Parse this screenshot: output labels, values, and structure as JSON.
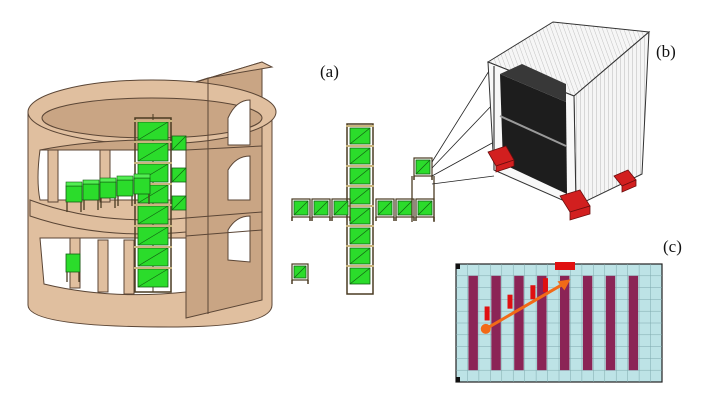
{
  "labels": {
    "a": "(a)",
    "b": "(b)",
    "c": "(c)"
  },
  "colors": {
    "building": "#e0bf9f",
    "building_shade": "#c9a584",
    "building_edge": "#5b4636",
    "module": "#2bdc2b",
    "module_edge": "#136113",
    "frame": "#c9b57e",
    "frame_edge": "#4a3b22",
    "module_body": "#1d1d1d",
    "module_shell": "#f2f2f2",
    "support": "#d21f1f",
    "grid_cell": "#bde3e6",
    "grid_bar": "#8b2456",
    "arrow": "#f26a17",
    "marker": "#e01010"
  },
  "icons": [
    "building-cutaway",
    "tower-cross-layout",
    "detector-module-cube",
    "grid-map"
  ]
}
